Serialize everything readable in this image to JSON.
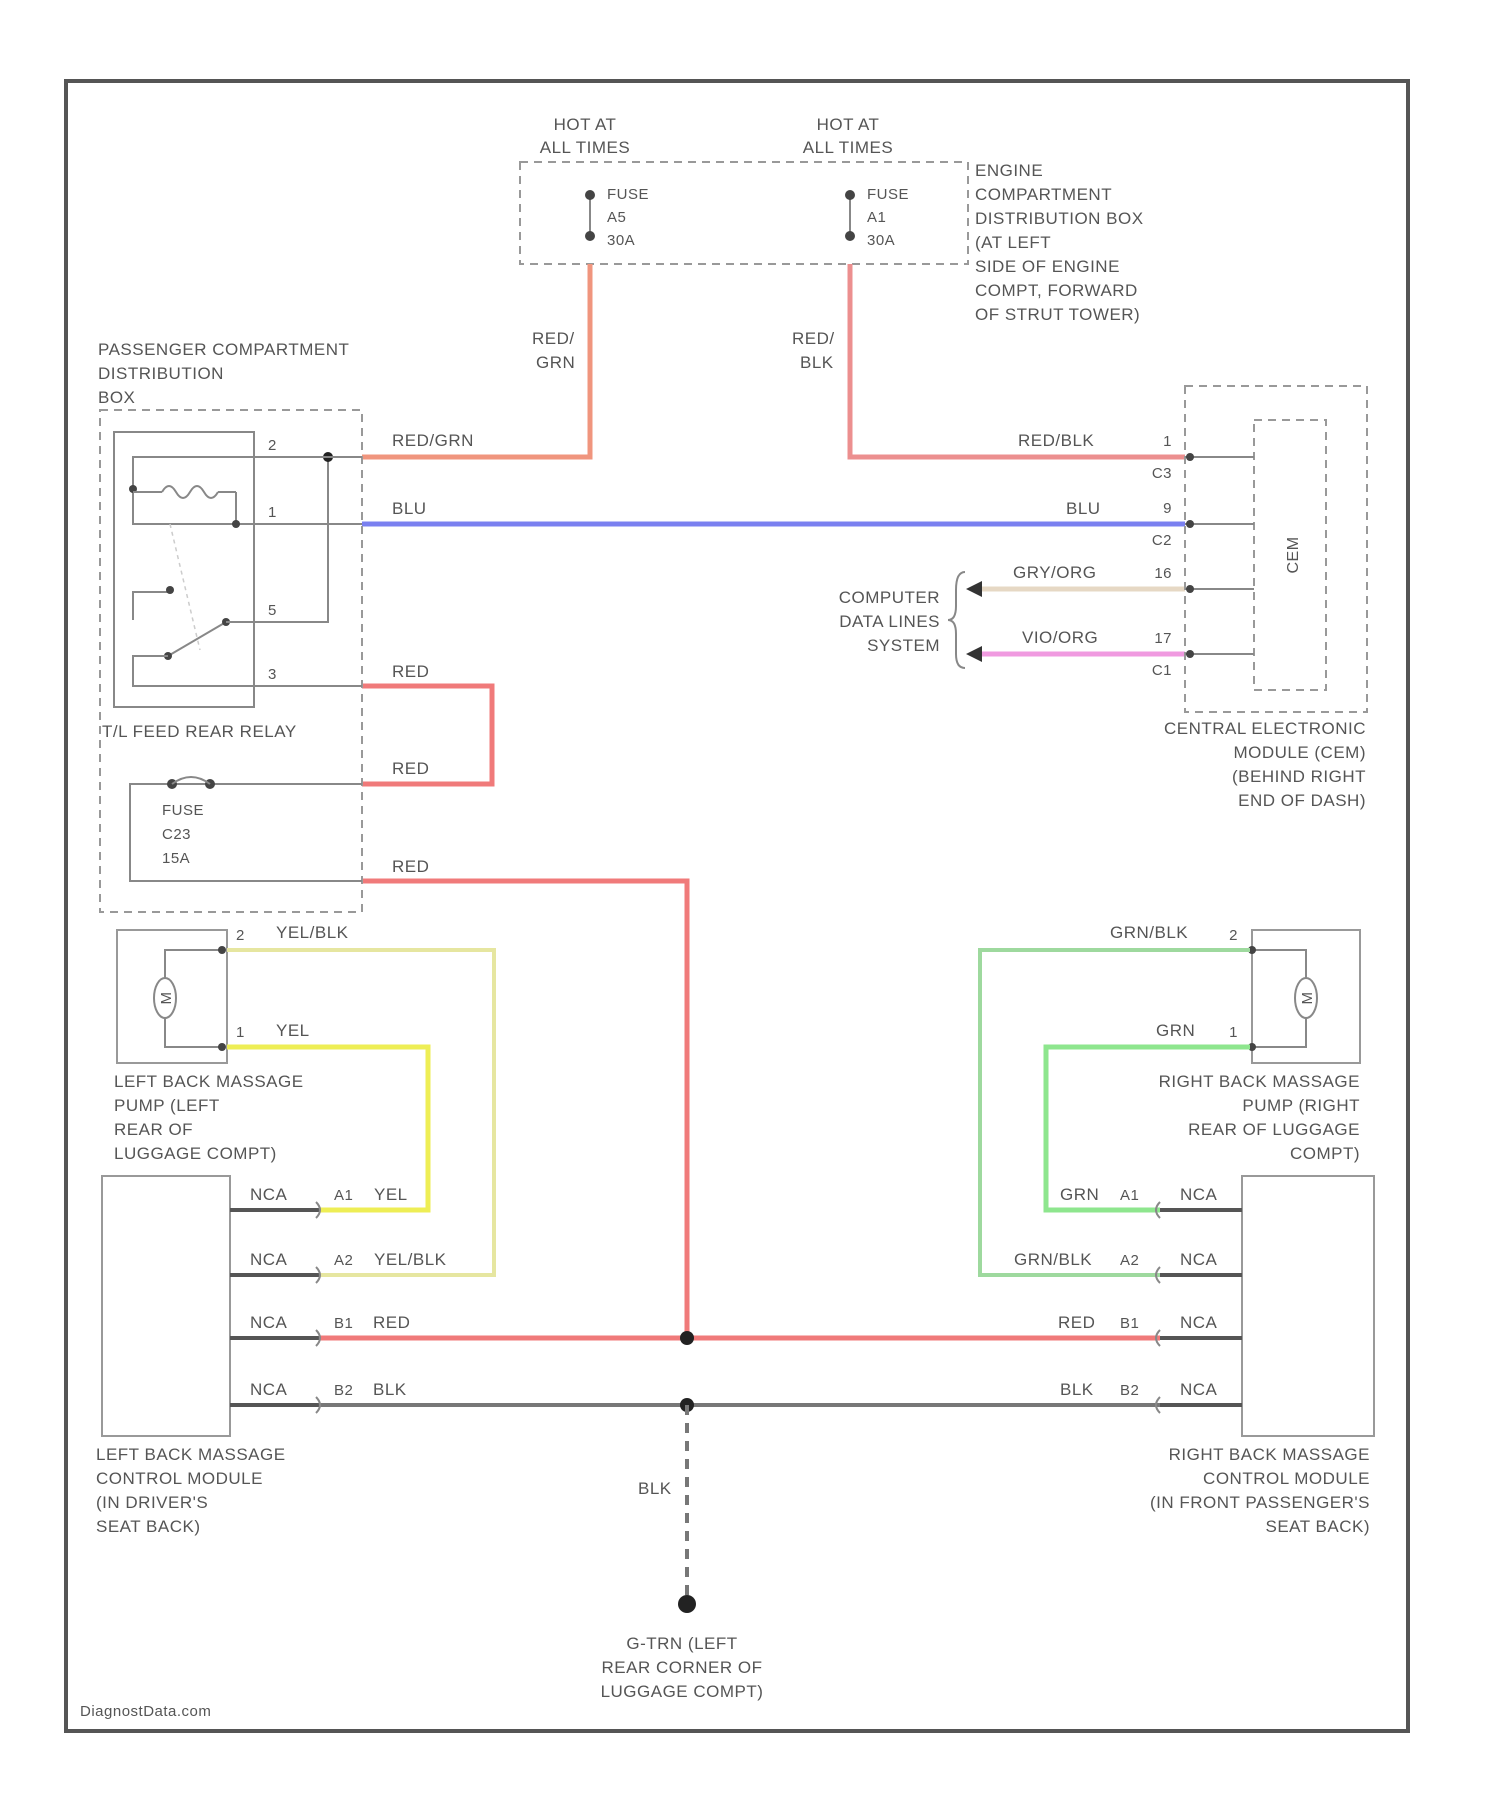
{
  "power": {
    "left": {
      "line1": "HOT AT",
      "line2": "ALL TIMES",
      "fuse_label": "FUSE",
      "fuse_id": "A5",
      "fuse_amps": "30A"
    },
    "right": {
      "line1": "HOT AT",
      "line2": "ALL TIMES",
      "fuse_label": "FUSE",
      "fuse_id": "A1",
      "fuse_amps": "30A"
    },
    "engine_box": [
      "ENGINE",
      "COMPARTMENT",
      "DISTRIBUTION BOX",
      "(AT LEFT",
      "SIDE OF ENGINE",
      "COMPT, FORWARD",
      "OF STRUT TOWER)"
    ]
  },
  "wires": {
    "red_grn": "RED/GRN",
    "red_grn_v": [
      "RED/",
      "GRN"
    ],
    "red_blk": "RED/BLK",
    "red_blk_v": [
      "RED/",
      "BLK"
    ],
    "blu": "BLU",
    "gry_org": "GRY/ORG",
    "vio_org": "VIO/ORG",
    "red": "RED",
    "yel_blk": "YEL/BLK",
    "yel": "YEL",
    "grn_blk": "GRN/BLK",
    "grn": "GRN",
    "blk": "BLK",
    "nca": "NCA"
  },
  "passenger_box": [
    "PASSENGER COMPARTMENT",
    "DISTRIBUTION",
    "BOX"
  ],
  "relay": {
    "label": "T/L FEED REAR RELAY",
    "pins": [
      "2",
      "1",
      "5",
      "3"
    ]
  },
  "fuse_c23": [
    "FUSE",
    "C23",
    "15A"
  ],
  "cem": {
    "abbr": "CEM",
    "label": [
      "CENTRAL ELECTRONIC",
      "MODULE (CEM)",
      "(BEHIND RIGHT",
      "END OF DASH)"
    ],
    "pins": [
      {
        "num": "1",
        "conn": "C3"
      },
      {
        "num": "9",
        "conn": "C2"
      },
      {
        "num": "16",
        "conn": ""
      },
      {
        "num": "17",
        "conn": "C1"
      }
    ]
  },
  "computer_data": [
    "COMPUTER",
    "DATA LINES",
    "SYSTEM"
  ],
  "left_pump": {
    "label": [
      "LEFT BACK MASSAGE",
      "PUMP (LEFT",
      "REAR OF",
      "LUGGAGE COMPT)"
    ],
    "pins": [
      "2",
      "1"
    ],
    "motor": "M"
  },
  "right_pump": {
    "label": [
      "RIGHT BACK MASSAGE",
      "PUMP (RIGHT",
      "REAR OF LUGGAGE",
      "COMPT)"
    ],
    "pins": [
      "2",
      "1"
    ],
    "motor": "M"
  },
  "left_module": {
    "label": [
      "LEFT BACK MASSAGE",
      "CONTROL MODULE",
      "(IN DRIVER'S",
      "SEAT BACK)"
    ],
    "pins": [
      "A1",
      "A2",
      "B1",
      "B2"
    ]
  },
  "right_module": {
    "label": [
      "RIGHT BACK MASSAGE",
      "CONTROL MODULE",
      "(IN FRONT PASSENGER'S",
      "SEAT BACK)"
    ],
    "pins": [
      "A1",
      "A2",
      "B1",
      "B2"
    ]
  },
  "ground": [
    "G-TRN (LEFT",
    "REAR CORNER OF",
    "LUGGAGE COMPT)"
  ],
  "watermark": "DiagnostData.com",
  "colors": {
    "red": "#f07a7a",
    "red_grn": "#f0957e",
    "red_blk": "#ec8f8f",
    "blu": "#7a80f0",
    "gry_org": "#e6d8c4",
    "vio_org": "#f09ae0",
    "yel": "#eeee55",
    "yel_blk": "#e6e6a0",
    "grn": "#8ee68e",
    "grn_blk": "#9ed99e",
    "blk": "#777777",
    "frame": "#555555"
  }
}
